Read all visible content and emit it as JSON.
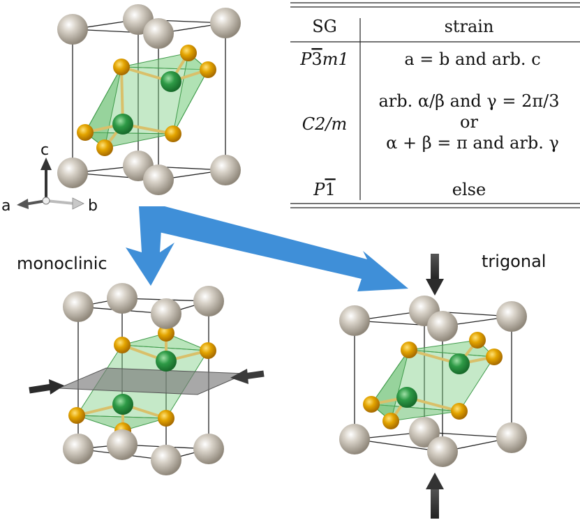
{
  "axes": {
    "c": "c",
    "a": "a",
    "b": "b"
  },
  "panels": {
    "monoclinic": "monoclinic",
    "trigonal": "trigonal"
  },
  "table": {
    "headers": {
      "sg": "SG",
      "strain": "strain"
    },
    "rows": [
      {
        "sg_main": "P",
        "sg_bar": "3",
        "sg_rest": "m1",
        "strain_lines": [
          "a = b and arb. c"
        ]
      },
      {
        "sg_main": "C2/m",
        "sg_bar": "",
        "sg_rest": "",
        "strain_lines": [
          "arb. α/β and γ = 2π/3",
          "or",
          "α + β = π and arb. γ"
        ]
      },
      {
        "sg_main": "P",
        "sg_bar": "1",
        "sg_rest": "",
        "strain_lines": [
          "else"
        ]
      }
    ]
  },
  "colors": {
    "ball_gray": "#b9b0a3",
    "ball_gold": "#e3a400",
    "ball_green": "#2e9a46",
    "octahedron": "#7fcf84",
    "arrow_blue": "#3f8fd8",
    "plane_gray": "#7a7a7a",
    "strain_arrow": "#333333"
  }
}
